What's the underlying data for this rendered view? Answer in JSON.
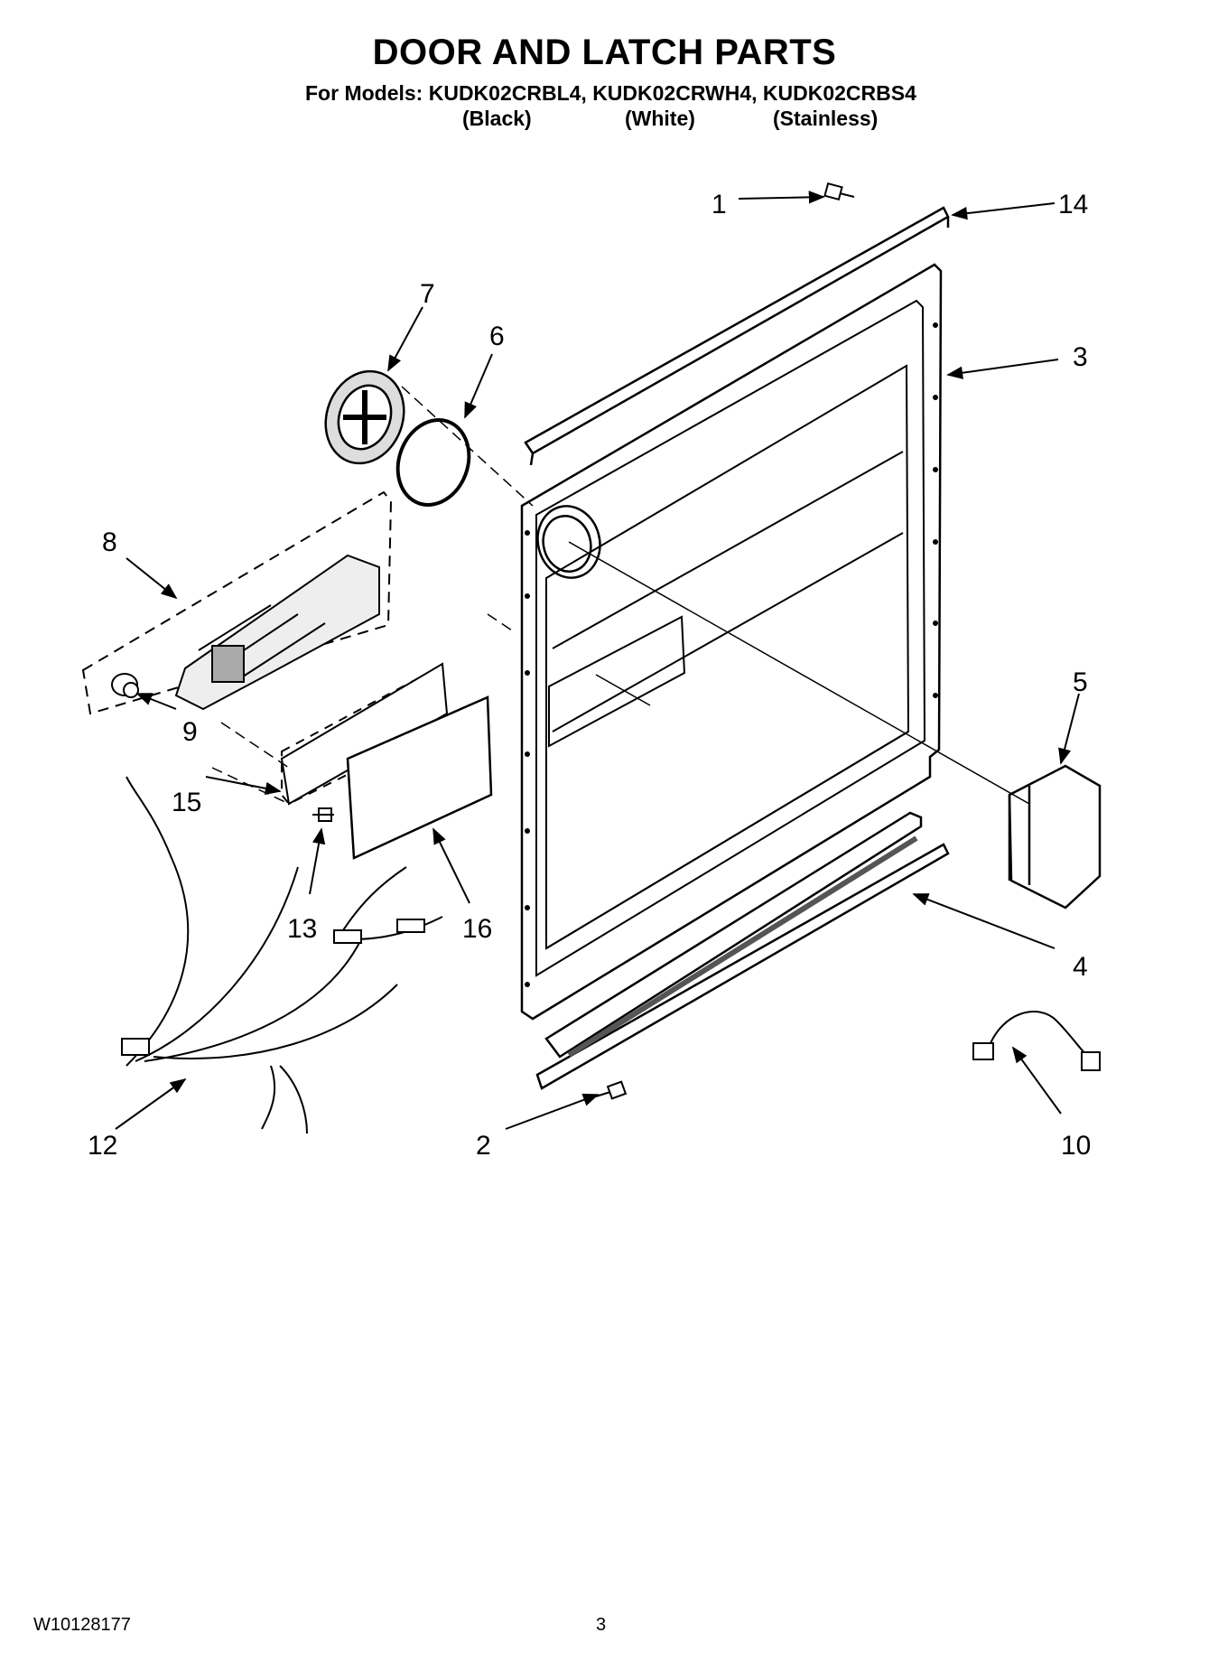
{
  "header": {
    "title": "DOOR AND LATCH PARTS",
    "models_line": "For Models: KUDK02CRBL4, KUDK02CRWH4, KUDK02CRBS4",
    "variants": [
      "(Black)",
      "(White)",
      "(Stainless)"
    ]
  },
  "callouts": [
    "1",
    "2",
    "3",
    "4",
    "5",
    "6",
    "7",
    "8",
    "9",
    "10",
    "12",
    "13",
    "14",
    "15",
    "16"
  ],
  "footer": {
    "doc_number": "W10128177",
    "page_number": "3"
  }
}
